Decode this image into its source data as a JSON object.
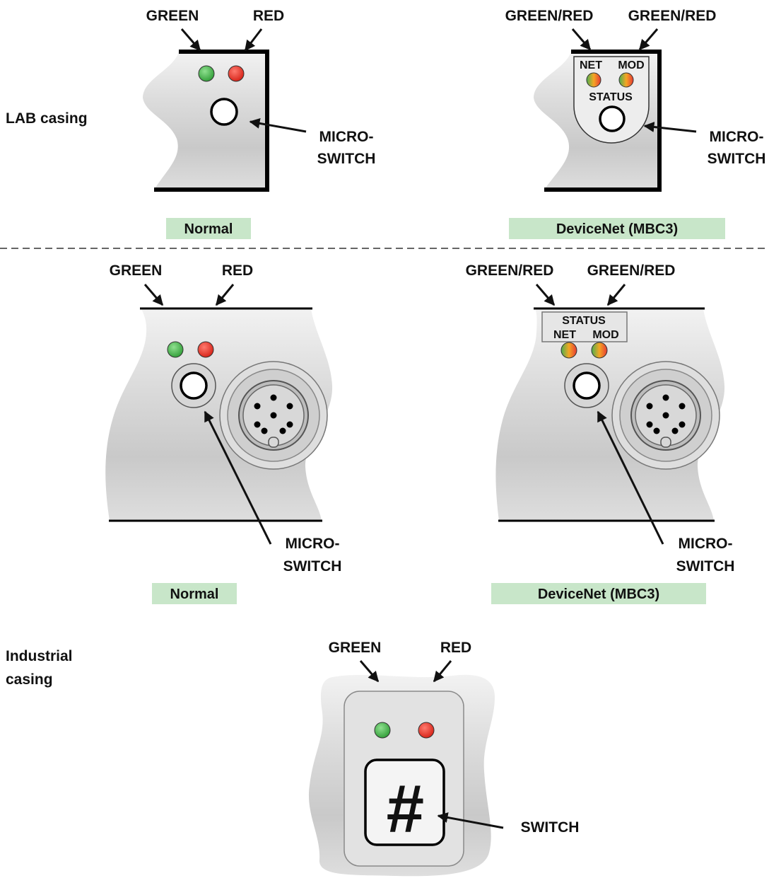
{
  "section_labels": {
    "lab_casing": "LAB casing",
    "industrial_line1": "Industrial",
    "industrial_line2": "casing"
  },
  "panel1": {
    "left_led_label": "GREEN",
    "right_led_label": "RED",
    "switch_label_line1": "MICRO-",
    "switch_label_line2": "SWITCH",
    "tag": "Normal"
  },
  "panel2": {
    "left_led_label": "GREEN/RED",
    "right_led_label": "GREEN/RED",
    "net_label": "NET",
    "mod_label": "MOD",
    "status_label": "STATUS",
    "switch_label_line1": "MICRO-",
    "switch_label_line2": "SWITCH",
    "tag": "DeviceNet (MBC3)"
  },
  "panel3": {
    "left_led_label": "GREEN",
    "right_led_label": "RED",
    "switch_label_line1": "MICRO-",
    "switch_label_line2": "SWITCH",
    "tag": "Normal"
  },
  "panel4": {
    "left_led_label": "GREEN/RED",
    "right_led_label": "GREEN/RED",
    "status_label": "STATUS",
    "net_label": "NET",
    "mod_label": "MOD",
    "switch_label_line1": "MICRO-",
    "switch_label_line2": "SWITCH",
    "tag": "DeviceNet (MBC3)"
  },
  "panel5": {
    "left_led_label": "GREEN",
    "right_led_label": "RED",
    "switch_symbol": "#",
    "switch_label": "SWITCH"
  },
  "colors": {
    "green_led": "#4caf50",
    "red_led": "#e53935",
    "tag_background": "#c8e6c9",
    "metal": "#d9d9d9"
  }
}
